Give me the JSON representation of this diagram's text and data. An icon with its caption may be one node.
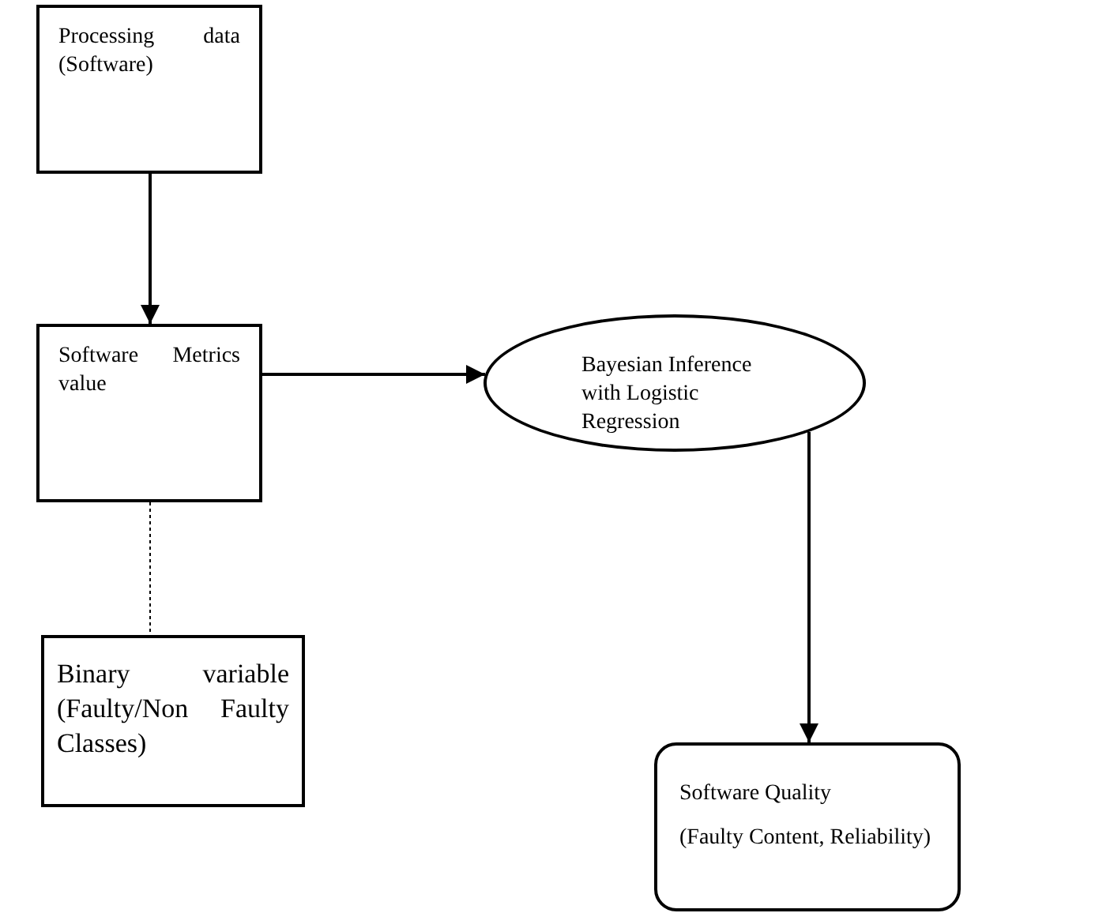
{
  "diagram": {
    "nodes": [
      {
        "text": [
          "Processing data (Software)"
        ]
      },
      {
        "text": [
          "Software Metrics value"
        ]
      },
      {
        "text": [
          "Bayesian Inference with Logistic Regression"
        ]
      },
      {
        "text": [
          "Binary variable (Faulty/Non Faulty Classes)"
        ]
      },
      {
        "text": [
          "Software Quality",
          "(Faulty Content, Reliability)"
        ]
      }
    ],
    "edges": [
      {
        "from": 0,
        "to": 1,
        "arrow": "to"
      },
      {
        "from": 1,
        "to": 2,
        "arrow": "to"
      },
      {
        "from": 1,
        "to": 3,
        "arrow": "none",
        "style": "dashed"
      },
      {
        "from": 2,
        "to": 4,
        "arrow": "to"
      }
    ]
  }
}
